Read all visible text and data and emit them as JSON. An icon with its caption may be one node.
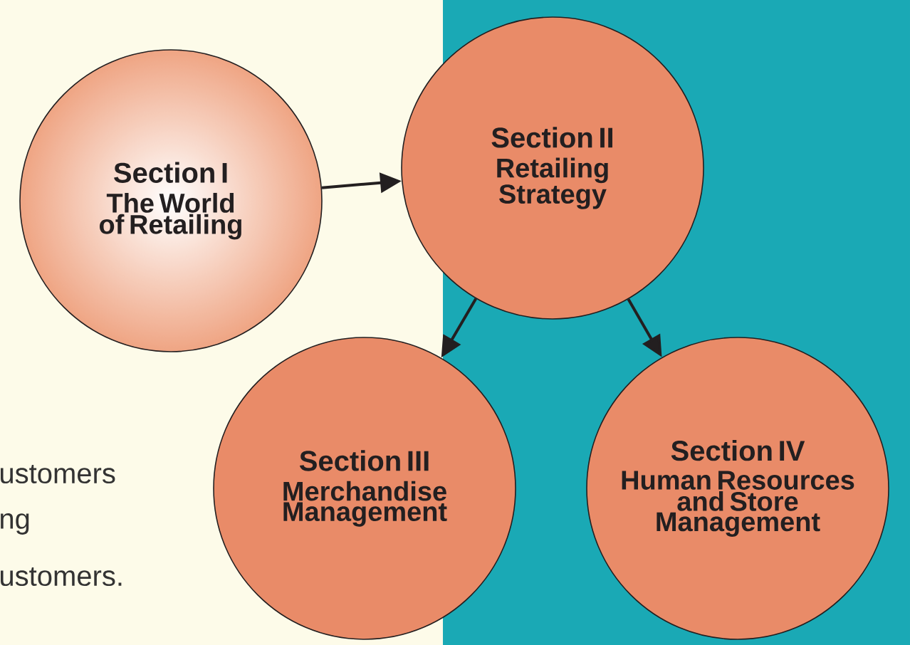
{
  "diagram": {
    "nodes": [
      {
        "text": [
          "Section I",
          "The World of Retailing"
        ]
      },
      {
        "text": [
          "Section II",
          "Retailing Strategy"
        ]
      },
      {
        "text": [
          "Section III",
          "Merchandise Management"
        ]
      },
      {
        "text": [
          "Section IV",
          "Human Resources and Store Management"
        ]
      }
    ],
    "edges": [
      {
        "from": 0,
        "to": 1,
        "arrow": "to"
      },
      {
        "from": 1,
        "to": 2,
        "arrow": "to"
      },
      {
        "from": 1,
        "to": 3,
        "arrow": "to"
      }
    ],
    "labels": [
      "ustomers",
      "ng",
      "ustomers."
    ]
  }
}
